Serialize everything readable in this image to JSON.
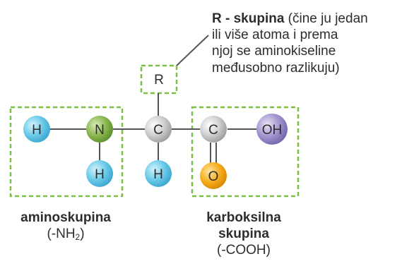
{
  "r_group_label": {
    "title": "R - skupina",
    "desc_line1": " (čine ju jedan",
    "line2": "ili više atoma i prema",
    "line3": "njoj se aminokiseline",
    "line4": "međusobno razlikuju)"
  },
  "atoms": {
    "r": "R",
    "h_left": "H",
    "n": "N",
    "c_alpha": "C",
    "c_carboxyl": "C",
    "oh": "OH",
    "h_under_n": "H",
    "h_under_c": "H",
    "o": "O"
  },
  "amino_label": {
    "title": "aminoskupina",
    "formula_prefix": "(-NH",
    "formula_sub": "2",
    "formula_suffix": ")"
  },
  "carboxyl_label": {
    "title_line1": "karboksilna",
    "title_line2": "skupina",
    "formula": "(-COOH)"
  },
  "colors": {
    "dashed_green": "#7ac143",
    "hydrogen": "#5fc4e6",
    "nitrogen": "#80ad45",
    "carbon": "#c5c5c5",
    "oxygen": "#f6a819",
    "hydroxyl": "#9a8ac8",
    "bond": "#555555",
    "text": "#2d2d2d"
  }
}
